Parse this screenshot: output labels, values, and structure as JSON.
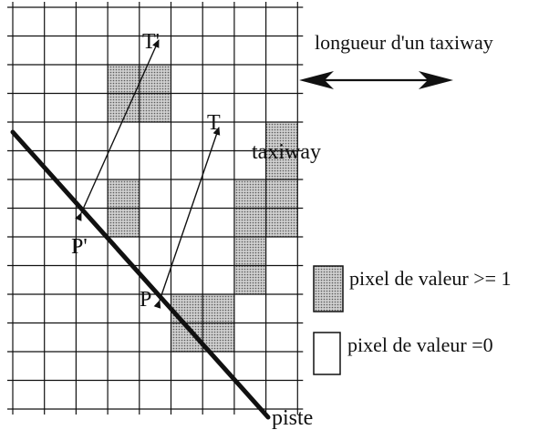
{
  "labels": {
    "point_t_prime": "T'",
    "point_t": "T",
    "point_p_prime": "P'",
    "point_p": "P",
    "taxiway": "taxiway",
    "taxiway_length": "longueur d'un taxiway",
    "piste": "piste"
  },
  "legend": {
    "filled_label": "pixel de valeur >= 1",
    "empty_label": "pixel de valeur =0"
  },
  "grid": {
    "columns": 9,
    "rows": 14,
    "filled_cells": [
      {
        "col": 3,
        "row": 2
      },
      {
        "col": 4,
        "row": 2
      },
      {
        "col": 3,
        "row": 3
      },
      {
        "col": 4,
        "row": 3
      },
      {
        "col": 8,
        "row": 4
      },
      {
        "col": 8,
        "row": 5
      },
      {
        "col": 3,
        "row": 6
      },
      {
        "col": 7,
        "row": 6
      },
      {
        "col": 8,
        "row": 6
      },
      {
        "col": 3,
        "row": 7
      },
      {
        "col": 7,
        "row": 7
      },
      {
        "col": 8,
        "row": 7
      },
      {
        "col": 7,
        "row": 8
      },
      {
        "col": 7,
        "row": 9
      },
      {
        "col": 5,
        "row": 10
      },
      {
        "col": 6,
        "row": 10
      },
      {
        "col": 5,
        "row": 11
      },
      {
        "col": 6,
        "row": 11
      }
    ]
  },
  "colors": {
    "ink": "#111111",
    "filled_pixel": "#b9b9b9",
    "background": "#ffffff"
  }
}
